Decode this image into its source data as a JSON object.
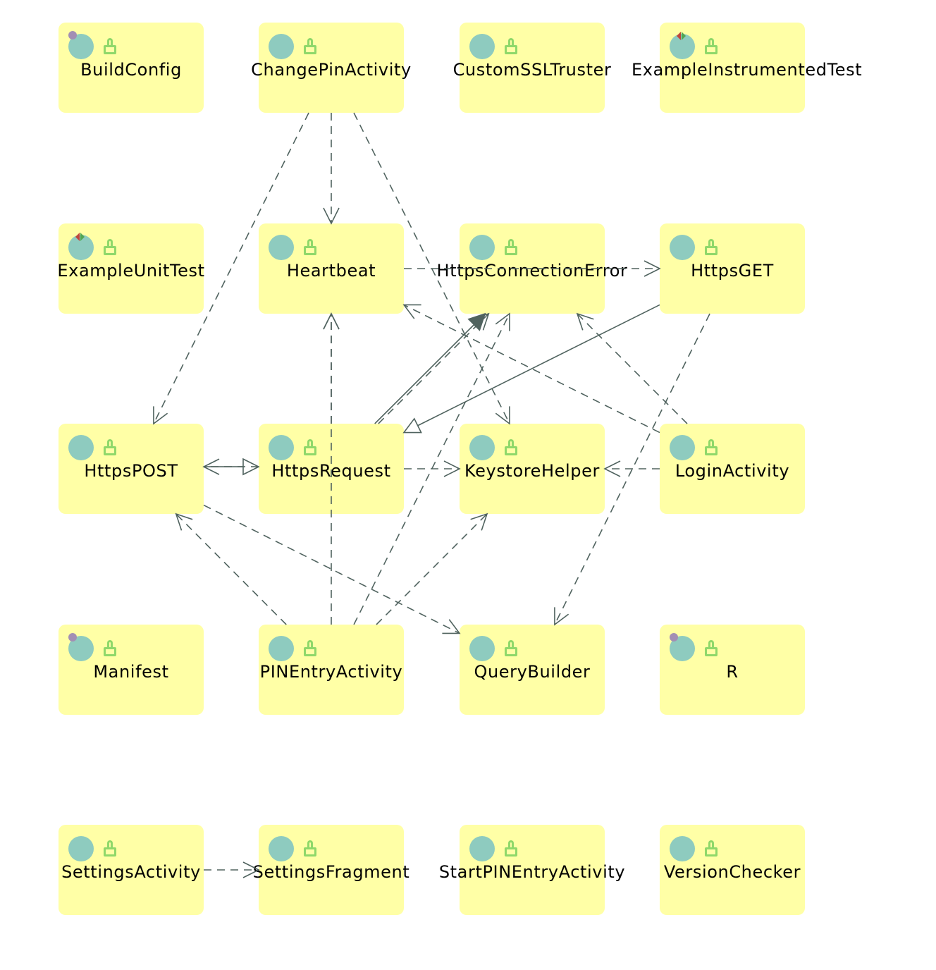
{
  "colors": {
    "node_fill": "#ffffa6",
    "badge_fill": "#8ecbbf",
    "badge_text": "#2f4d49",
    "enum_badge_fill": "#8ecbbf",
    "lock_color": "#8fd86a",
    "edge_color": "#50635f",
    "label_color": "#000000",
    "mark_gray": "#a28fb4",
    "mark_red": "#c0453c",
    "mark_green": "#52a552"
  },
  "nodes": [
    {
      "id": "BuildConfig",
      "label": "BuildConfig",
      "badge": "C",
      "marker": "gray",
      "col": 0,
      "row": 0
    },
    {
      "id": "ChangePinActivity",
      "label": "ChangePinActivity",
      "badge": "C",
      "marker": "",
      "col": 1,
      "row": 0
    },
    {
      "id": "CustomSSLTruster",
      "label": "CustomSSLTruster",
      "badge": "C",
      "marker": "",
      "col": 2,
      "row": 0
    },
    {
      "id": "ExampleInstrumentedTest",
      "label": "ExampleInstrumentedTest",
      "badge": "C",
      "marker": "test",
      "col": 3,
      "row": 0
    },
    {
      "id": "ExampleUnitTest",
      "label": "ExampleUnitTest",
      "badge": "C",
      "marker": "test",
      "col": 0,
      "row": 1
    },
    {
      "id": "Heartbeat",
      "label": "Heartbeat",
      "badge": "C",
      "marker": "",
      "col": 1,
      "row": 1
    },
    {
      "id": "HttpsConnectionError",
      "label": "HttpsConnectionError",
      "badge": "E",
      "marker": "",
      "col": 2,
      "row": 1
    },
    {
      "id": "HttpsGET",
      "label": "HttpsGET",
      "badge": "C",
      "marker": "",
      "col": 3,
      "row": 1
    },
    {
      "id": "HttpsPOST",
      "label": "HttpsPOST",
      "badge": "C",
      "marker": "",
      "col": 0,
      "row": 2
    },
    {
      "id": "HttpsRequest",
      "label": "HttpsRequest",
      "badge": "C",
      "marker": "",
      "col": 1,
      "row": 2
    },
    {
      "id": "KeystoreHelper",
      "label": "KeystoreHelper",
      "badge": "C",
      "marker": "",
      "col": 2,
      "row": 2
    },
    {
      "id": "LoginActivity",
      "label": "LoginActivity",
      "badge": "C",
      "marker": "",
      "col": 3,
      "row": 2
    },
    {
      "id": "Manifest",
      "label": "Manifest",
      "badge": "C",
      "marker": "gray",
      "col": 0,
      "row": 3
    },
    {
      "id": "PINEntryActivity",
      "label": "PINEntryActivity",
      "badge": "C",
      "marker": "",
      "col": 1,
      "row": 3
    },
    {
      "id": "QueryBuilder",
      "label": "QueryBuilder",
      "badge": "C",
      "marker": "",
      "col": 2,
      "row": 3
    },
    {
      "id": "R",
      "label": "R",
      "badge": "C",
      "marker": "gray",
      "col": 3,
      "row": 3
    },
    {
      "id": "SettingsActivity",
      "label": "SettingsActivity",
      "badge": "C",
      "marker": "",
      "col": 0,
      "row": 4
    },
    {
      "id": "SettingsFragment",
      "label": "SettingsFragment",
      "badge": "C",
      "marker": "",
      "col": 1,
      "row": 4
    },
    {
      "id": "StartPINEntryActivity",
      "label": "StartPINEntryActivity",
      "badge": "C",
      "marker": "",
      "col": 2,
      "row": 4
    },
    {
      "id": "VersionChecker",
      "label": "VersionChecker",
      "badge": "C",
      "marker": "",
      "col": 3,
      "row": 4
    }
  ],
  "edges": [
    {
      "from": "ChangePinActivity",
      "to": "Heartbeat",
      "kind": "dependency"
    },
    {
      "from": "ChangePinActivity",
      "to": "HttpsPOST",
      "kind": "dependency"
    },
    {
      "from": "ChangePinActivity",
      "to": "KeystoreHelper",
      "kind": "dependency"
    },
    {
      "from": "Heartbeat",
      "to": "HttpsGET",
      "kind": "dependency"
    },
    {
      "from": "HttpsRequest",
      "to": "Heartbeat",
      "kind": "dependency"
    },
    {
      "from": "HttpsRequest",
      "to": "HttpsConnectionError",
      "kind": "association"
    },
    {
      "from": "HttpsGET",
      "to": "HttpsRequest",
      "kind": "inheritance"
    },
    {
      "from": "HttpsPOST",
      "to": "HttpsRequest",
      "kind": "inheritance"
    },
    {
      "from": "HttpsRequest",
      "to": "HttpsPOST",
      "kind": "dependency"
    },
    {
      "from": "HttpsRequest",
      "to": "KeystoreHelper",
      "kind": "dependency"
    },
    {
      "from": "HttpsRequest",
      "to": "HttpsConnectionError",
      "kind": "dependency"
    },
    {
      "from": "LoginActivity",
      "to": "KeystoreHelper",
      "kind": "dependency"
    },
    {
      "from": "LoginActivity",
      "to": "HttpsConnectionError",
      "kind": "dependency"
    },
    {
      "from": "LoginActivity",
      "to": "Heartbeat",
      "kind": "dependency"
    },
    {
      "from": "HttpsGET",
      "to": "QueryBuilder",
      "kind": "dependency"
    },
    {
      "from": "HttpsPOST",
      "to": "QueryBuilder",
      "kind": "dependency"
    },
    {
      "from": "PINEntryActivity",
      "to": "HttpsPOST",
      "kind": "dependency"
    },
    {
      "from": "PINEntryActivity",
      "to": "Heartbeat",
      "kind": "dependency"
    },
    {
      "from": "PINEntryActivity",
      "to": "HttpsConnectionError",
      "kind": "dependency"
    },
    {
      "from": "PINEntryActivity",
      "to": "KeystoreHelper",
      "kind": "dependency"
    },
    {
      "from": "SettingsActivity",
      "to": "SettingsFragment",
      "kind": "dependency"
    }
  ]
}
